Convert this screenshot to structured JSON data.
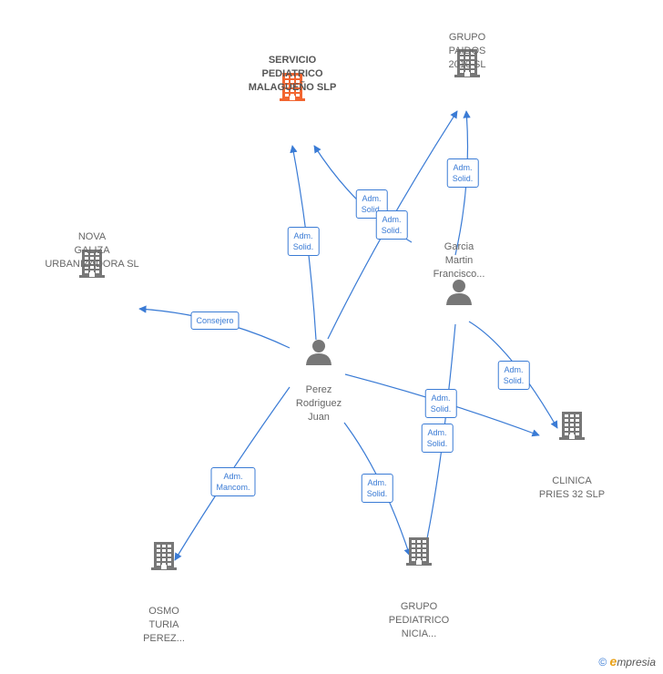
{
  "nodes": [
    {
      "id": "servicio",
      "type": "company",
      "highlight": true,
      "label": "SERVICIO\nPEDIATRICO\nMALAGUEÑO SLP",
      "color": "#f26530"
    },
    {
      "id": "paidos",
      "type": "company",
      "highlight": false,
      "label": "GRUPO\nPAIDOS\n2010 SL",
      "color": "#777777"
    },
    {
      "id": "nova",
      "type": "company",
      "highlight": false,
      "label": "NOVA\nGALIZA\nURBANIZADORA SL",
      "color": "#777777"
    },
    {
      "id": "garcia",
      "type": "person",
      "highlight": false,
      "label": "Garcia\nMartin\nFrancisco...",
      "color": "#777777"
    },
    {
      "id": "perez",
      "type": "person",
      "highlight": false,
      "label": "Perez\nRodriguez\nJuan",
      "color": "#777777"
    },
    {
      "id": "clinica",
      "type": "company",
      "highlight": false,
      "label": "CLINICA\nPRIES 32 SLP",
      "color": "#777777"
    },
    {
      "id": "osmo",
      "type": "company",
      "highlight": false,
      "label": "OSMO\nTURIA\nPEREZ...",
      "color": "#777777"
    },
    {
      "id": "nicia",
      "type": "company",
      "highlight": false,
      "label": "GRUPO\nPEDIATRICO\nNICIA...",
      "color": "#777777"
    }
  ],
  "edges": [
    {
      "id": "e1",
      "from": "perez",
      "to": "servicio",
      "label": "Adm.\nSolid."
    },
    {
      "id": "e2",
      "from": "garcia",
      "to": "servicio",
      "label": "Adm.\nSolid."
    },
    {
      "id": "e3",
      "from": "perez",
      "to": "paidos",
      "label": "Adm.\nSolid."
    },
    {
      "id": "e4",
      "from": "garcia",
      "to": "paidos",
      "label": "Adm.\nSolid."
    },
    {
      "id": "e5",
      "from": "perez",
      "to": "nova",
      "label": "Consejero"
    },
    {
      "id": "e6",
      "from": "garcia",
      "to": "clinica",
      "label": "Adm.\nSolid."
    },
    {
      "id": "e7",
      "from": "perez",
      "to": "clinica",
      "label": "Adm.\nSolid."
    },
    {
      "id": "e8",
      "from": "garcia",
      "to": "nicia",
      "label": "Adm.\nSolid."
    },
    {
      "id": "e9",
      "from": "perez",
      "to": "nicia",
      "label": "Adm.\nSolid."
    },
    {
      "id": "e10",
      "from": "perez",
      "to": "osmo",
      "label": "Adm.\nMancom."
    }
  ],
  "footer": {
    "copyright": "©",
    "brand_initial": "e",
    "brand_rest": "mpresia"
  }
}
